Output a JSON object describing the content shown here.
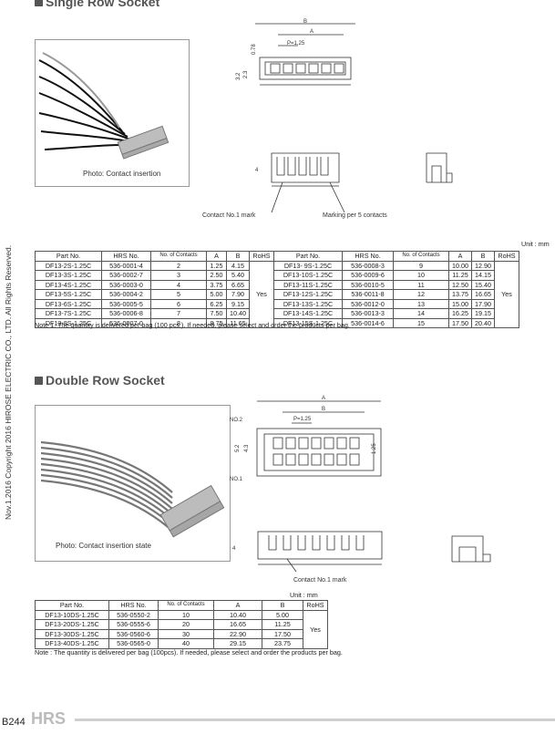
{
  "sidebar": {
    "copyright": "Nov.1.2016 Copyright 2016 HIROSE ELECTRIC CO., LTD. All Rights Reserved."
  },
  "single": {
    "title": "Single Row Socket",
    "photo_caption": "Photo: Contact insertion",
    "drawing_labels": {
      "B": "B",
      "A": "A",
      "P": "P=1.25",
      "d078": "0.78",
      "d32": "3.2",
      "d23": "2.3",
      "d4": "4"
    },
    "callouts": {
      "contact_mark": "Contact No.1 mark",
      "marking": "Marking per 5 contacts"
    },
    "unit": "Unit : mm",
    "headers": [
      "Part No.",
      "HRS No.",
      "No. of Contacts",
      "A",
      "B",
      "RoHS"
    ],
    "rohs": "Yes",
    "left_rows": [
      [
        "DF13-2S-1.25C",
        "536-0001-4",
        "2",
        "1.25",
        "4.15"
      ],
      [
        "DF13-3S-1.25C",
        "536-0002-7",
        "3",
        "2.50",
        "5.40"
      ],
      [
        "DF13-4S-1.25C",
        "536-0003-0",
        "4",
        "3.75",
        "6.65"
      ],
      [
        "DF13-5S-1.25C",
        "536-0004-2",
        "5",
        "5.00",
        "7.90"
      ],
      [
        "DF13-6S-1.25C",
        "536-0005-5",
        "6",
        "6.25",
        "9.15"
      ],
      [
        "DF13-7S-1.25C",
        "536-0006-8",
        "7",
        "7.50",
        "10.40"
      ],
      [
        "DF13-8S-1.25C",
        "536-0007-0",
        "8",
        "8.75",
        "11.65"
      ]
    ],
    "right_rows": [
      [
        "DF13- 9S-1.25C",
        "536-0008-3",
        "9",
        "10.00",
        "12.90"
      ],
      [
        "DF13-10S-1.25C",
        "536-0009-6",
        "10",
        "11.25",
        "14.15"
      ],
      [
        "DF13-11S-1.25C",
        "536-0010-5",
        "11",
        "12.50",
        "15.40"
      ],
      [
        "DF13-12S-1.25C",
        "536-0011-8",
        "12",
        "13.75",
        "16.65"
      ],
      [
        "DF13-13S-1.25C",
        "536-0012-0",
        "13",
        "15.00",
        "17.90"
      ],
      [
        "DF13-14S-1.25C",
        "536-0013-3",
        "14",
        "16.25",
        "19.15"
      ],
      [
        "DF13-15S-1.25C",
        "536-0014-6",
        "15",
        "17.50",
        "20.40"
      ]
    ],
    "note": "Note 1. The quantity is delivered per bag (100 pcs.). If needed, please select and order the products per bag."
  },
  "double": {
    "title": "Double Row Socket",
    "photo_caption": "Photo: Contact insertion state",
    "drawing_labels": {
      "A": "A",
      "B": "B",
      "P": "P=1.25",
      "no2": "NO.2",
      "no1": "NO.1",
      "d52": "5.2",
      "d43": "4.3",
      "d125": "1.25",
      "d4": "4"
    },
    "callouts": {
      "contact_mark": "Contact No.1 mark"
    },
    "unit": "Unit : mm",
    "headers": [
      "Part No.",
      "HRS No.",
      "No. of Contacts",
      "A",
      "B",
      "RoHS"
    ],
    "rohs": "Yes",
    "rows": [
      [
        "DF13-10DS-1.25C",
        "536-0550-2",
        "10",
        "10.40",
        "5.00"
      ],
      [
        "DF13-20DS-1.25C",
        "536-0555-6",
        "20",
        "16.65",
        "11.25"
      ],
      [
        "DF13-30DS-1.25C",
        "536-0560-6",
        "30",
        "22.90",
        "17.50"
      ],
      [
        "DF13-40DS-1.25C",
        "536-0565-0",
        "40",
        "29.15",
        "23.75"
      ]
    ],
    "note": "Note : The quantity is delivered per bag (100pcs). If needed, please select and order the products per bag."
  },
  "footer": {
    "page": "B244",
    "logo": "HRS"
  }
}
